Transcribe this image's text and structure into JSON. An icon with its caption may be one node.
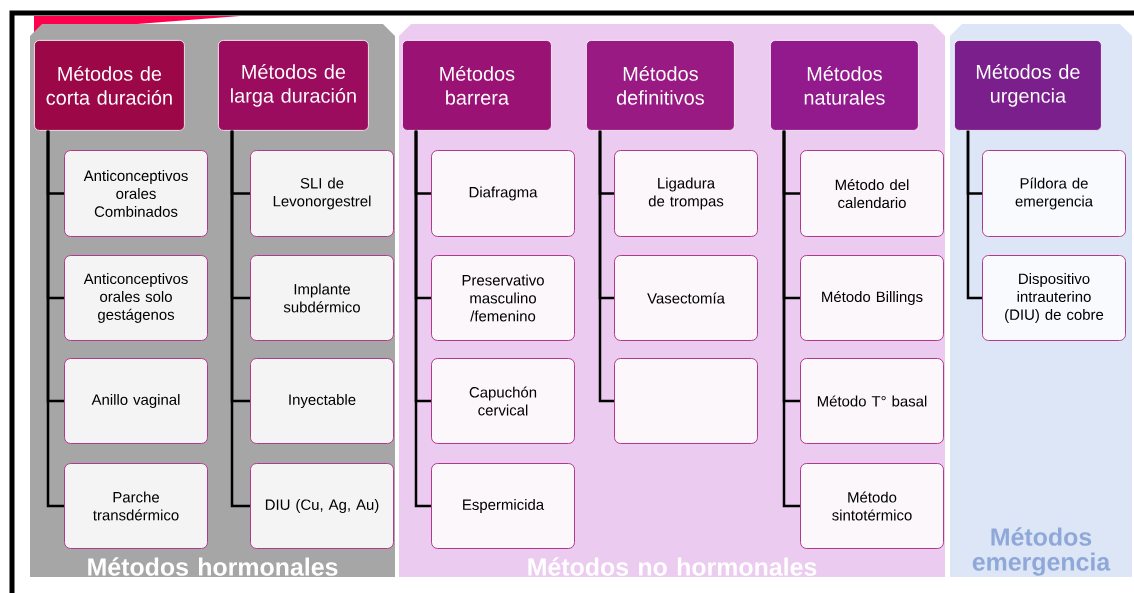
{
  "diagram": {
    "nodes": [
      {
        "text": [
          "Métodos hormonales"
        ]
      },
      {
        "text": [
          "Métodos de corta duración"
        ],
        "in": 0
      },
      {
        "text": [
          "Anticonceptivos orales Combinados"
        ],
        "in": 0
      },
      {
        "text": [
          "Anticonceptivos orales solo gestágenos"
        ],
        "in": 0
      },
      {
        "text": [
          "Anillo vaginal"
        ],
        "in": 0
      },
      {
        "text": [
          "Parche transdérmico"
        ],
        "in": 0
      },
      {
        "text": [
          "Métodos de larga duración"
        ],
        "in": 0
      },
      {
        "text": [
          "SLI de Levonorgestrel"
        ],
        "in": 0
      },
      {
        "text": [
          "Implante subdérmico"
        ],
        "in": 0
      },
      {
        "text": [
          "Inyectable"
        ],
        "in": 0
      },
      {
        "text": [
          "DIU (Cu, Ag, Au)"
        ],
        "in": 0
      },
      {
        "text": [
          "Métodos no hormonales"
        ]
      },
      {
        "text": [
          "Métodos barrera"
        ],
        "in": 11
      },
      {
        "text": [
          "Diafragma"
        ],
        "in": 11
      },
      {
        "text": [
          "Preservativo masculino /femenino"
        ],
        "in": 11
      },
      {
        "text": [
          "Capuchón cervical"
        ],
        "in": 11
      },
      {
        "text": [
          "Espermicida"
        ],
        "in": 11
      },
      {
        "text": [
          "Métodos definitivos"
        ],
        "in": 11
      },
      {
        "text": [
          "Ligadura de trompas"
        ],
        "in": 11
      },
      {
        "text": [
          "Vasectomía"
        ],
        "in": 11
      },
      {
        "text": [],
        "shape": "box",
        "in": 11
      },
      {
        "text": [
          "Métodos naturales"
        ],
        "in": 11
      },
      {
        "text": [
          "Método del calendario"
        ],
        "in": 11
      },
      {
        "text": [
          "Método Billings"
        ],
        "in": 11
      },
      {
        "text": [
          "Método T° basal"
        ],
        "in": 11
      },
      {
        "text": [
          "Método sintotérmico"
        ],
        "in": 11
      },
      {
        "text": [
          "Métodos emergencia"
        ]
      },
      {
        "text": [
          "Métodos de urgencia"
        ],
        "in": 26
      },
      {
        "text": [
          "Píldora de emergencia"
        ],
        "in": 26
      },
      {
        "text": [
          "Dispositivo intrauterino (DIU) de cobre"
        ],
        "in": 26
      }
    ],
    "edges": [
      {
        "from": 1,
        "to": 2,
        "arrow": "none"
      },
      {
        "from": 1,
        "to": 3,
        "arrow": "none"
      },
      {
        "from": 1,
        "to": 4,
        "arrow": "none"
      },
      {
        "from": 1,
        "to": 5,
        "arrow": "none"
      },
      {
        "from": 6,
        "to": 7,
        "arrow": "none"
      },
      {
        "from": 6,
        "to": 8,
        "arrow": "none"
      },
      {
        "from": 6,
        "to": 9,
        "arrow": "none"
      },
      {
        "from": 6,
        "to": 10,
        "arrow": "none"
      },
      {
        "from": 12,
        "to": 13,
        "arrow": "none"
      },
      {
        "from": 12,
        "to": 14,
        "arrow": "none"
      },
      {
        "from": 12,
        "to": 15,
        "arrow": "none"
      },
      {
        "from": 12,
        "to": 16,
        "arrow": "none"
      },
      {
        "from": 17,
        "to": 18,
        "arrow": "none"
      },
      {
        "from": 17,
        "to": 19,
        "arrow": "none"
      },
      {
        "from": 17,
        "to": 20,
        "arrow": "none"
      },
      {
        "from": 21,
        "to": 22,
        "arrow": "none"
      },
      {
        "from": 21,
        "to": 23,
        "arrow": "none"
      },
      {
        "from": 21,
        "to": 24,
        "arrow": "none"
      },
      {
        "from": 21,
        "to": 25,
        "arrow": "none"
      },
      {
        "from": 27,
        "to": 28,
        "arrow": "none"
      },
      {
        "from": 27,
        "to": 29,
        "arrow": "none"
      }
    ]
  }
}
